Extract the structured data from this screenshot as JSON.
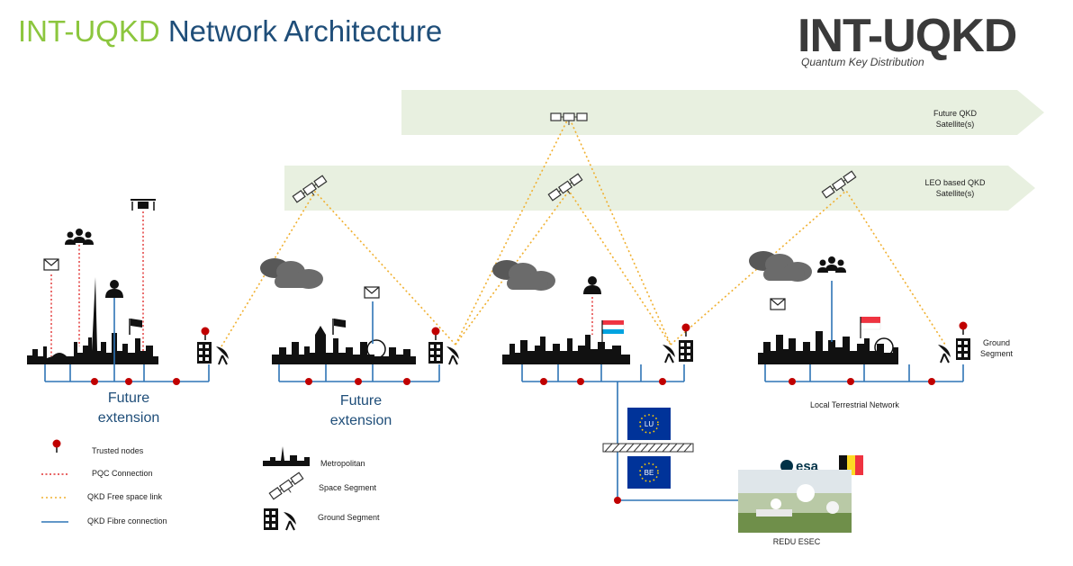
{
  "header": {
    "title_accent": "INT-UQKD",
    "title_rest": "Network Architecture",
    "logo_main": "INT-UQKD",
    "logo_sub": "Quantum Key Distribution"
  },
  "bands": {
    "future_qkd": "Future QKD Satellite(s)",
    "leo_qkd": "LEO based QKD Satellite(s)"
  },
  "labels": {
    "future_extension_1": "Future extension",
    "future_extension_2": "Future extension",
    "ground_segment": "Ground Segment",
    "local_terrestrial": "Local Terrestrial Network",
    "redu": "REDU ESEC",
    "esa": "esa",
    "lu": "LU",
    "be": "BE"
  },
  "legend": {
    "trusted_nodes": "Trusted nodes",
    "pqc": "PQC Connection",
    "qkd_free_space": "QKD Free space link",
    "qkd_fibre": "QKD Fibre connection",
    "metropolitan": "Metropolitan",
    "space_segment": "Space Segment",
    "ground_segment": "Ground Segment"
  },
  "colors": {
    "title_accent": "#8cc63e",
    "title_main": "#1f4e79",
    "band": "#e8f0e0",
    "fibre": "#2e75b6",
    "free_space": "#f0b030",
    "pqc": "#e03030",
    "node": "#c00000",
    "eu_blue": "#003399",
    "eu_star": "#ffcc00"
  },
  "icons": [
    "envelope-icon",
    "group-icon",
    "person-icon",
    "drone-icon",
    "flag-icon",
    "satellite-icon",
    "building-icon",
    "dish-icon",
    "cloud-icon",
    "skyline-icon"
  ]
}
